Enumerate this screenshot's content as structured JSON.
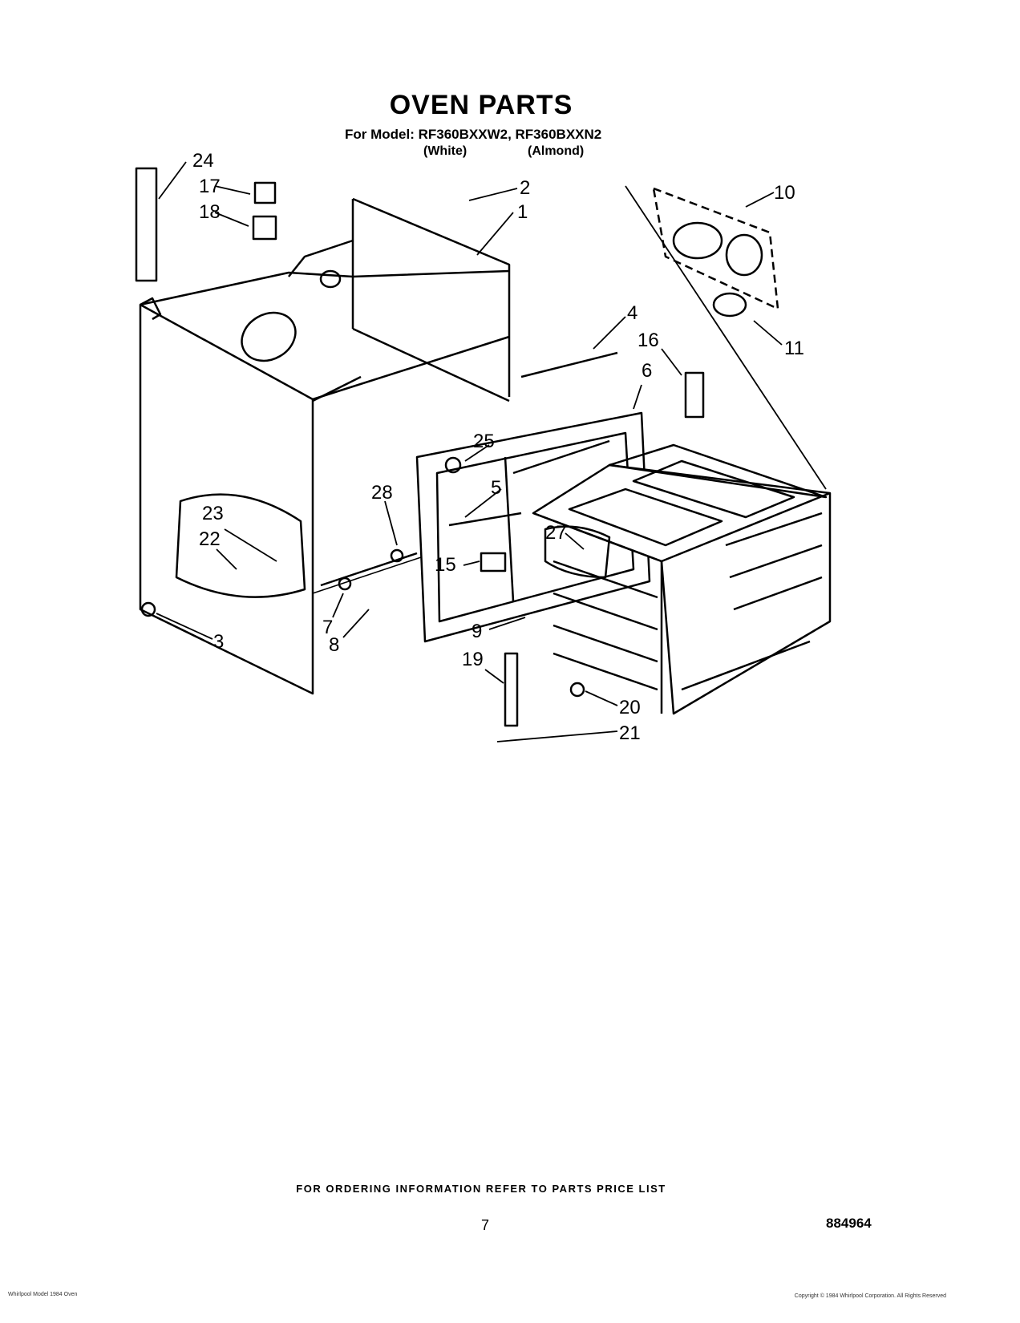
{
  "header": {
    "title": "OVEN PARTS",
    "model_line": "For Model: RF360BXXW2, RF360BXXN2",
    "variant_white": "(White)",
    "variant_almond": "(Almond)"
  },
  "callouts": [
    "24",
    "17",
    "18",
    "2",
    "1",
    "10",
    "11",
    "4",
    "16",
    "6",
    "25",
    "28",
    "5",
    "23",
    "22",
    "27",
    "15",
    "3",
    "7",
    "8",
    "9",
    "19",
    "20",
    "21"
  ],
  "footer": {
    "note": "FOR ORDERING INFORMATION REFER TO PARTS PRICE LIST",
    "page_number": "7",
    "doc_number": "884964",
    "small_left": "Whirlpool Model 1984 Oven",
    "small_right": "Copyright © 1984 Whirlpool Corporation. All Rights Reserved"
  }
}
